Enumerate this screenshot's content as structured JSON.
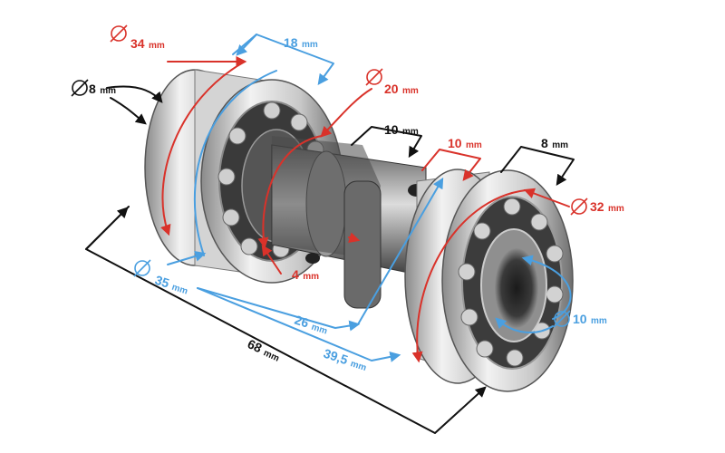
{
  "colors": {
    "red": "#d9322a",
    "blue": "#4a9fe0",
    "black": "#111111",
    "metal_light": "#e9e9e9",
    "metal_mid": "#b4b4b4",
    "metal_dark": "#4a4a4a"
  },
  "dims": {
    "d34": {
      "num": "34",
      "unit": "mm"
    },
    "d18": {
      "num": "18",
      "unit": "mm"
    },
    "d8a": {
      "num": "8",
      "unit": "mm"
    },
    "d20": {
      "num": "20",
      "unit": "mm"
    },
    "d10a": {
      "num": "10",
      "unit": "mm"
    },
    "d10b": {
      "num": "10",
      "unit": "mm"
    },
    "d8b": {
      "num": "8",
      "unit": "mm"
    },
    "d32": {
      "num": "32",
      "unit": "mm"
    },
    "d35": {
      "num": "35",
      "unit": "mm"
    },
    "d4": {
      "num": "4",
      "unit": "mm"
    },
    "d10c": {
      "num": "10",
      "unit": "mm"
    },
    "d26": {
      "num": "26",
      "unit": "mm"
    },
    "d39": {
      "num": "39,5",
      "unit": "mm"
    },
    "d68": {
      "num": "68",
      "unit": "mm"
    }
  }
}
